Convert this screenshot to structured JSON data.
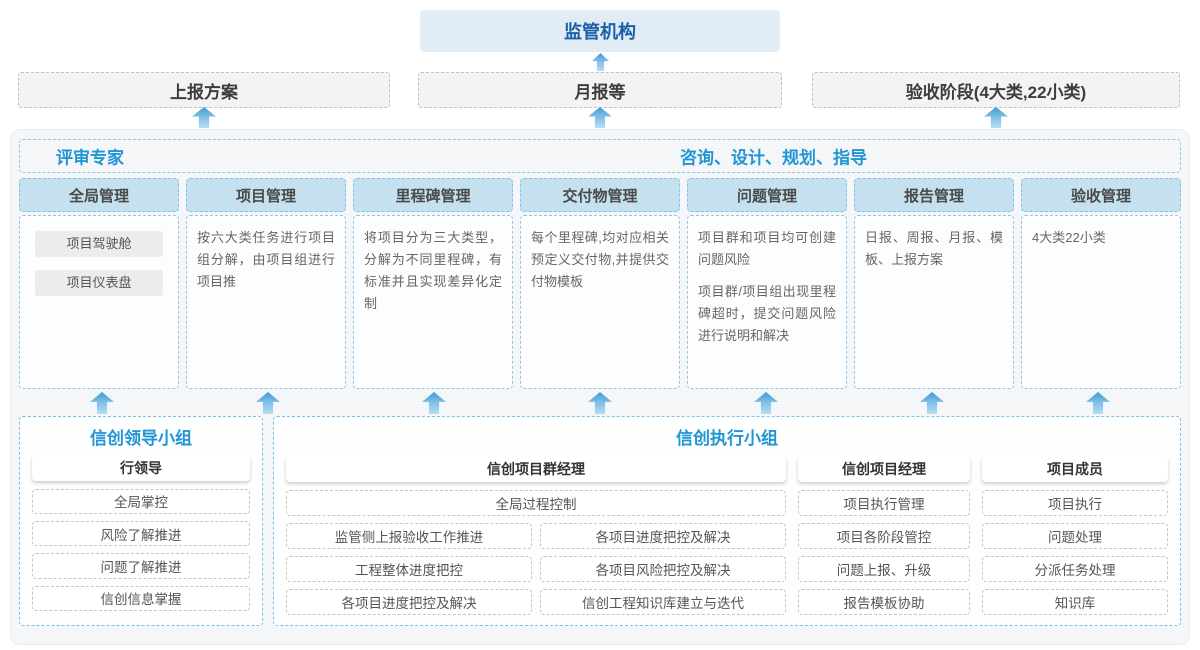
{
  "colors": {
    "accent_blue": "#2196d4",
    "dark_blue": "#1a5fa8",
    "regulator_bg": "#e2ecf5",
    "column_header_bg": "#c5e1f0",
    "dashed_blue_border": "#8fc6e8",
    "container_bg": "#f4f6f8",
    "arrow_gradient_top": "#3e9bd6",
    "arrow_gradient_bottom": "#b8ddf2"
  },
  "top": {
    "regulator": "监管机构",
    "boxes": [
      "上报方案",
      "月报等",
      "验收阶段(4大类,22小类)"
    ]
  },
  "middle": {
    "expert_title": "评审专家",
    "advisory_title": "咨询、设计、规划、指导",
    "columns": [
      {
        "header": "全局管理",
        "chips": [
          "项目驾驶舱",
          "项目仪表盘"
        ]
      },
      {
        "header": "项目管理",
        "text": "按六大类任务进行项目组分解，由项目组进行项目推"
      },
      {
        "header": "里程碑管理",
        "text": "将项目分为三大类型，分解为不同里程碑，有标准并且实现差异化定制"
      },
      {
        "header": "交付物管理",
        "text": "每个里程碑,均对应相关预定义交付物,并提供交付物模板"
      },
      {
        "header": "问题管理",
        "paragraphs": [
          "项目群和项目均可创建问题风险",
          "项目群/项目组出现里程碑超时，提交问题风险进行说明和解决"
        ]
      },
      {
        "header": "报告管理",
        "text": "日报、周报、月报、模板、上报方案"
      },
      {
        "header": "验收管理",
        "text": "4大类22小类"
      }
    ]
  },
  "bottom": {
    "leader_group": {
      "title": "信创领导小组",
      "role": "行领导",
      "items": [
        "全局掌控",
        "风险了解推进",
        "问题了解推进",
        "信创信息掌握"
      ]
    },
    "exec_group": {
      "title": "信创执行小组",
      "program_manager": {
        "role": "信创项目群经理",
        "full_item": "全局过程控制",
        "left_items": [
          "监管侧上报验收工作推进",
          "工程整体进度把控",
          "各项目进度把控及解决"
        ],
        "right_items": [
          "各项目进度把控及解决",
          "各项目风险把控及解决",
          "信创工程知识库建立与迭代"
        ]
      },
      "project_manager": {
        "role": "信创项目经理",
        "items": [
          "项目执行管理",
          "项目各阶段管控",
          "问题上报、升级",
          "报告模板协助"
        ]
      },
      "member": {
        "role": "项目成员",
        "items": [
          "项目执行",
          "问题处理",
          "分派任务处理",
          "知识库"
        ]
      }
    }
  }
}
